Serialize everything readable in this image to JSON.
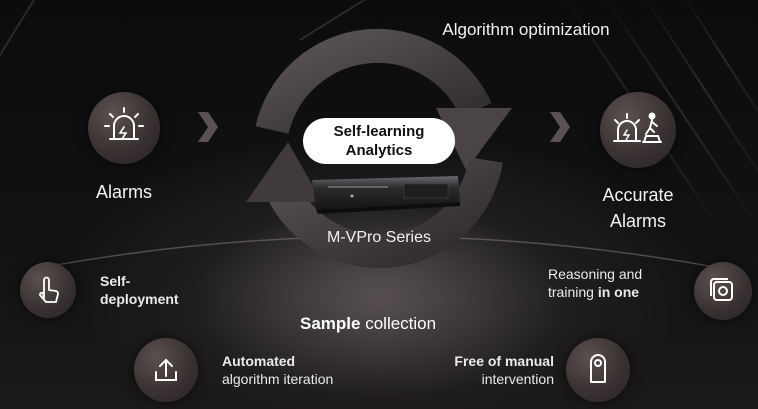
{
  "top_label": "Algorithm optimization",
  "center": {
    "badge_line1": "Self-learning",
    "badge_line2": "Analytics",
    "product_name": "M-VPro Series"
  },
  "left_node": {
    "label": "Alarms",
    "icon": "siren-icon"
  },
  "right_node": {
    "label_line1": "Accurate",
    "label_line2": "Alarms",
    "icon": "siren-person-car-icon"
  },
  "bottom_label": {
    "bold": "Sample",
    "rest": " collection"
  },
  "features": {
    "self_deployment": {
      "line1": "Self-",
      "line2": "deployment",
      "icon": "hand-pointer-icon"
    },
    "automated_iteration": {
      "bold": "Automated",
      "rest": "algorithm iteration",
      "icon": "upload-icon"
    },
    "free_of_manual": {
      "bold": "Free of manual",
      "rest": "intervention",
      "icon": "door-hanger-icon"
    },
    "reasoning_training": {
      "line1": "Reasoning and",
      "line2_prefix": "training ",
      "line2_bold": "in one",
      "icon": "layers-icon"
    }
  },
  "colors": {
    "background": "#0b0b0d",
    "node_fill": "#3a3232",
    "arrow_ring": "#4a4444",
    "badge_bg": "#ffffff"
  }
}
